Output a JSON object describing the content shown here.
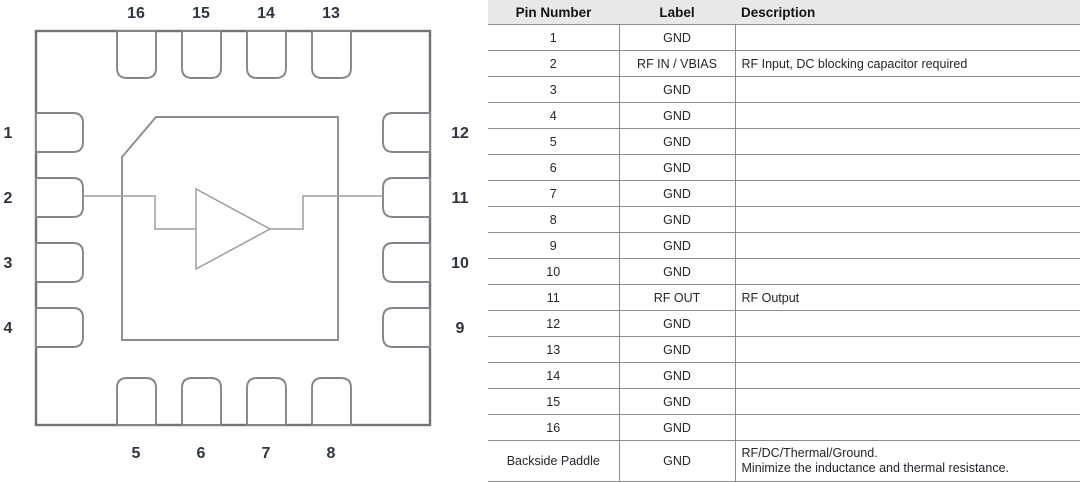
{
  "diagram": {
    "name": "qfn-16-package-pinout",
    "title": "",
    "package_style": "QFN-16 with backside paddle",
    "amplifier_symbol": "triangle",
    "pin_numbers_top": [
      "16",
      "15",
      "14",
      "13"
    ],
    "pin_numbers_left": [
      "1",
      "2",
      "3",
      "4"
    ],
    "pin_numbers_bottom": [
      "5",
      "6",
      "7",
      "8"
    ],
    "pin_numbers_right": [
      "12",
      "11",
      "10",
      "9"
    ],
    "colors": {
      "outline": "#6f7479",
      "pad": "#82868b",
      "paddle": "#8a8e93",
      "symbol": "#9a9ea3",
      "label": "#2f3540",
      "background": "#ffffff"
    }
  },
  "table": {
    "name": "pin-description-table",
    "headers": {
      "pin_number": "Pin Number",
      "label": "Label",
      "description": "Description"
    },
    "header_background": "#e8e8e8",
    "border_color": "#8c8c8c",
    "rows": [
      {
        "pin": "1",
        "label": "GND",
        "desc": ""
      },
      {
        "pin": "2",
        "label": "RF IN / VBIAS",
        "desc": "RF Input, DC blocking capacitor required"
      },
      {
        "pin": "3",
        "label": "GND",
        "desc": ""
      },
      {
        "pin": "4",
        "label": "GND",
        "desc": ""
      },
      {
        "pin": "5",
        "label": "GND",
        "desc": ""
      },
      {
        "pin": "6",
        "label": "GND",
        "desc": ""
      },
      {
        "pin": "7",
        "label": "GND",
        "desc": ""
      },
      {
        "pin": "8",
        "label": "GND",
        "desc": ""
      },
      {
        "pin": "9",
        "label": "GND",
        "desc": ""
      },
      {
        "pin": "10",
        "label": "GND",
        "desc": ""
      },
      {
        "pin": "11",
        "label": "RF OUT",
        "desc": "RF Output"
      },
      {
        "pin": "12",
        "label": "GND",
        "desc": ""
      },
      {
        "pin": "13",
        "label": "GND",
        "desc": ""
      },
      {
        "pin": "14",
        "label": "GND",
        "desc": ""
      },
      {
        "pin": "15",
        "label": "GND",
        "desc": ""
      },
      {
        "pin": "16",
        "label": "GND",
        "desc": ""
      }
    ],
    "paddle_row": {
      "pin": "Backside Paddle",
      "label": "GND",
      "desc_line1": "RF/DC/Thermal/Ground.",
      "desc_line2": "Minimize the inductance and thermal resistance."
    }
  }
}
